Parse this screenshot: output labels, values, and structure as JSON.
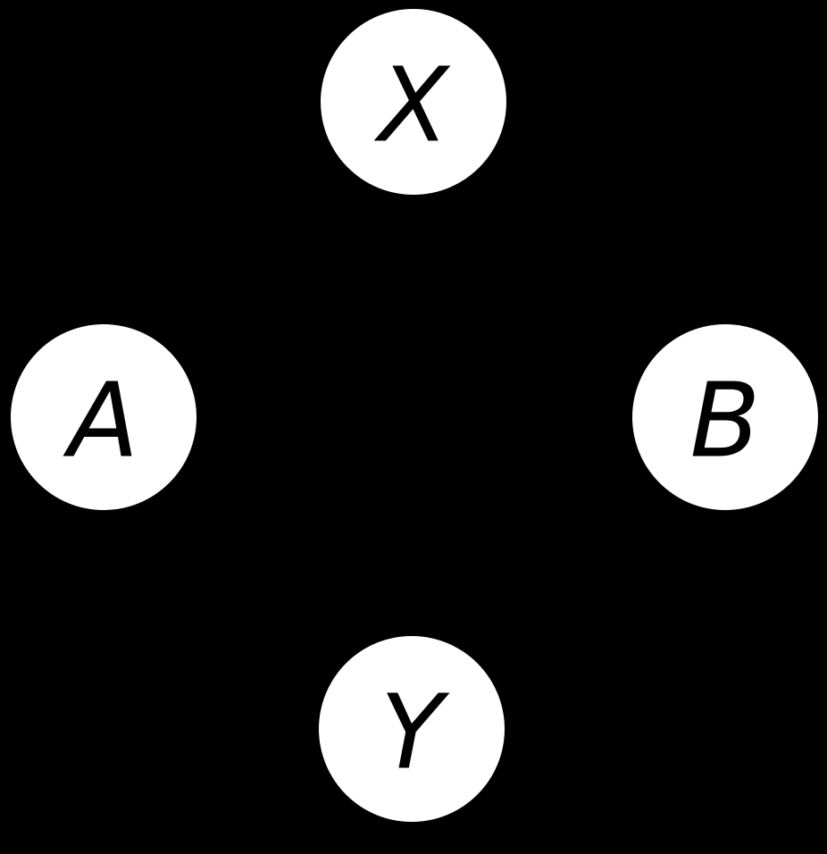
{
  "diagram": {
    "type": "node-graph",
    "background_color": "#000000",
    "node_fill_color": "#ffffff",
    "node_label_color": "#000000",
    "nodes": [
      {
        "id": "X",
        "label": "X",
        "position": "top"
      },
      {
        "id": "A",
        "label": "A",
        "position": "left"
      },
      {
        "id": "B",
        "label": "B",
        "position": "right"
      },
      {
        "id": "Y",
        "label": "Y",
        "position": "bottom"
      }
    ],
    "edges": []
  }
}
